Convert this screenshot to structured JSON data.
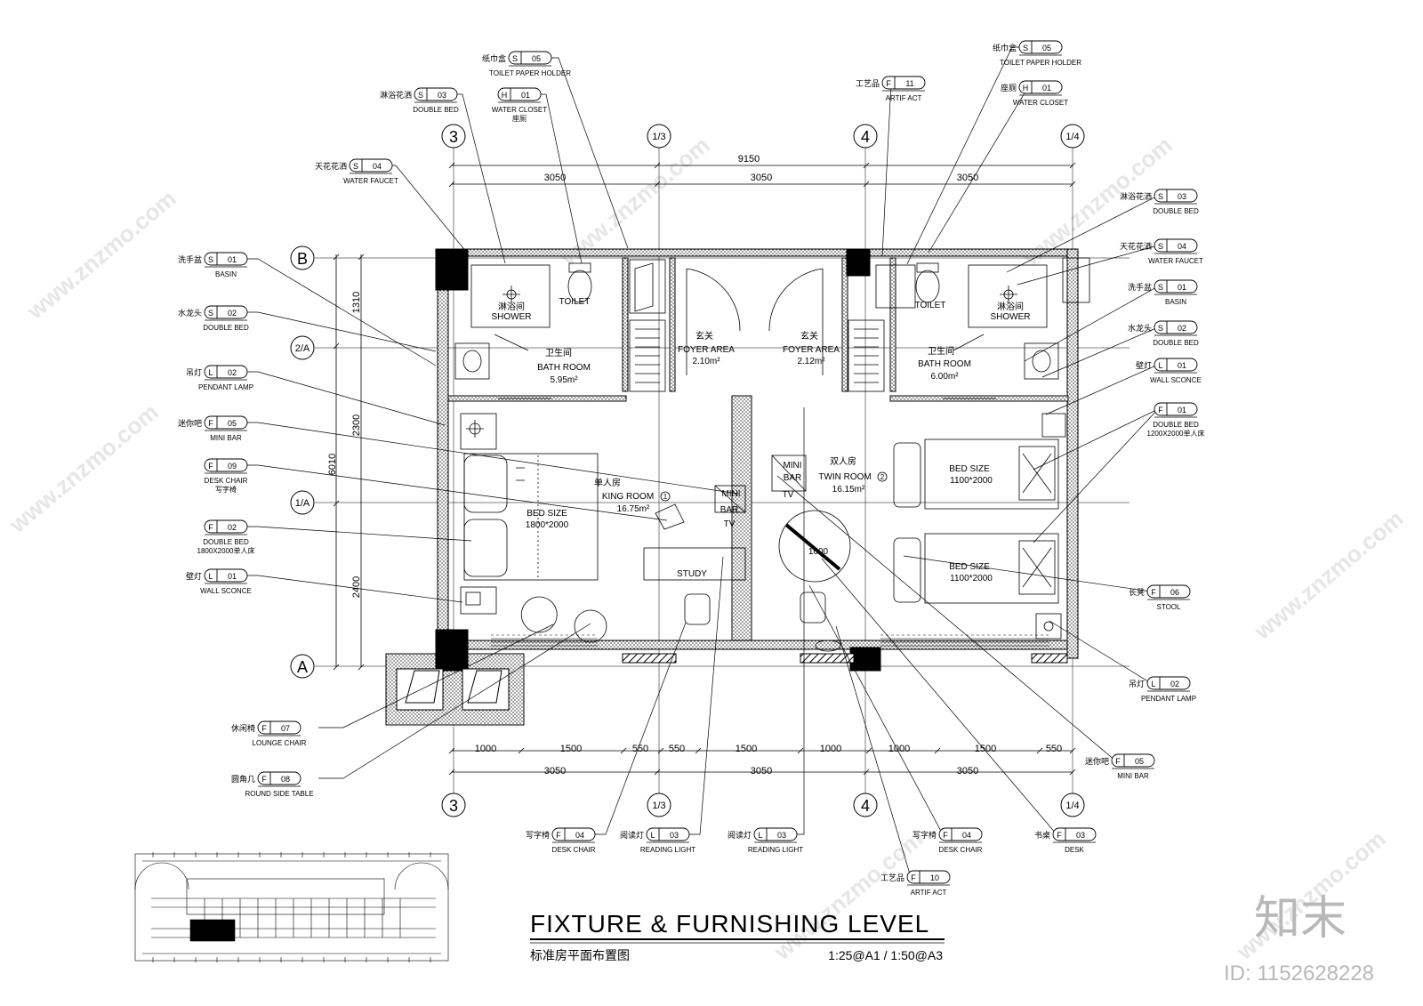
{
  "title": {
    "main": "FIXTURE & FURNISHING LEVEL",
    "sub_cn": "标准房平面布置图",
    "scale": "1:25@A1 / 1:50@A3"
  },
  "watermark": {
    "logo": "知末",
    "id": "ID: 1152628228",
    "url": "www.znzmo.com"
  },
  "grid": {
    "axis_3": "3",
    "axis_1_3": "1/3",
    "axis_4": "4",
    "axis_1_4": "1/4",
    "axis_B": "B",
    "axis_2A": "2/A",
    "axis_1A": "1/A",
    "axis_A": "A"
  },
  "dims": {
    "top_total": "9150",
    "top_bays": [
      "3050",
      "3050",
      "3050"
    ],
    "left_total": "6010",
    "left_parts": [
      "1310",
      "2300",
      "2400"
    ],
    "bottom_parts": [
      "1000",
      "1500",
      "550",
      "550",
      "1500",
      "1000",
      "1000",
      "1500",
      "550"
    ],
    "bottom_bays": [
      "3050",
      "3050",
      "3050"
    ]
  },
  "rooms": {
    "shower_cn": "淋浴间",
    "shower": "SHOWER",
    "toilet": "TOILET",
    "bath_cn": "卫生间",
    "bath": "BATH ROOM",
    "bath_left_area": "5.95m²",
    "bath_right_area": "6.00m²",
    "foyer_cn": "玄关",
    "foyer": "FOYER AREA",
    "foyer_left_area": "2.10m²",
    "foyer_right_area": "2.12m²",
    "king_cn": "单人房",
    "king": "KING ROOM",
    "king_no": "1",
    "king_area": "16.75m²",
    "twin_cn": "双人房",
    "twin": "TWIN ROOM",
    "twin_no": "2",
    "twin_area": "16.15m²",
    "bed_size": "BED SIZE",
    "king_bed": "1800*2000",
    "twin_bed": "1100*2000",
    "study": "STUDY",
    "mini": "MINI",
    "bar": "BAR",
    "tv": "TV",
    "round_table": "1000"
  },
  "tags": [
    {
      "cn": "纸巾盒",
      "code": "S",
      "num": "05",
      "en": "TOILET PAPER HOLDER",
      "note": ""
    },
    {
      "cn": "淋浴花洒",
      "code": "S",
      "num": "03",
      "en": "DOUBLE BED",
      "note": ""
    },
    {
      "cn": "",
      "code": "H",
      "num": "01",
      "en": "WATER CLOSET",
      "note": "座厕"
    },
    {
      "cn": "天花花洒",
      "code": "S",
      "num": "04",
      "en": "WATER FAUCET",
      "note": ""
    },
    {
      "cn": "洗手盆",
      "code": "S",
      "num": "01",
      "en": "BASIN",
      "note": ""
    },
    {
      "cn": "水龙头",
      "code": "S",
      "num": "02",
      "en": "DOUBLE BED",
      "note": ""
    },
    {
      "cn": "吊灯",
      "code": "L",
      "num": "02",
      "en": "PENDANT LAMP",
      "note": ""
    },
    {
      "cn": "迷你吧",
      "code": "F",
      "num": "05",
      "en": "MINI BAR",
      "note": ""
    },
    {
      "cn": "",
      "code": "F",
      "num": "09",
      "en": "DESK CHAIR",
      "note": "写字椅"
    },
    {
      "cn": "",
      "code": "F",
      "num": "02",
      "en": "DOUBLE BED",
      "note": "1800X2000单人床"
    },
    {
      "cn": "壁灯",
      "code": "L",
      "num": "01",
      "en": "WALL SCONCE",
      "note": ""
    },
    {
      "cn": "休闲椅",
      "code": "F",
      "num": "07",
      "en": "LOUNGE CHAIR",
      "note": ""
    },
    {
      "cn": "圆角几",
      "code": "F",
      "num": "08",
      "en": "ROUND SIDE TABLE",
      "note": ""
    },
    {
      "cn": "写字椅",
      "code": "F",
      "num": "04",
      "en": "DESK CHAIR",
      "note": ""
    },
    {
      "cn": "阅读灯",
      "code": "L",
      "num": "03",
      "en": "READING LIGHT",
      "note": ""
    },
    {
      "cn": "阅读灯",
      "code": "L",
      "num": "03",
      "en": "READING LIGHT",
      "note": ""
    },
    {
      "cn": "工艺品",
      "code": "F",
      "num": "11",
      "en": "ARTIF ACT",
      "note": ""
    },
    {
      "cn": "纸巾盒",
      "code": "S",
      "num": "05",
      "en": "TOILET PAPER HOLDER",
      "note": ""
    },
    {
      "cn": "座厕",
      "code": "H",
      "num": "01",
      "en": "WATER CLOSET",
      "note": ""
    },
    {
      "cn": "淋浴花洒",
      "code": "S",
      "num": "03",
      "en": "DOUBLE BED",
      "note": ""
    },
    {
      "cn": "天花花洒",
      "code": "S",
      "num": "04",
      "en": "WATER FAUCET",
      "note": ""
    },
    {
      "cn": "洗手盆",
      "code": "S",
      "num": "01",
      "en": "BASIN",
      "note": ""
    },
    {
      "cn": "水龙头",
      "code": "S",
      "num": "02",
      "en": "DOUBLE BED",
      "note": ""
    },
    {
      "cn": "壁灯",
      "code": "L",
      "num": "01",
      "en": "WALL SCONCE",
      "note": ""
    },
    {
      "cn": "",
      "code": "F",
      "num": "01",
      "en": "DOUBLE BED",
      "note": "1200X2000单人床"
    },
    {
      "cn": "长凳",
      "code": "F",
      "num": "06",
      "en": "STOOL",
      "note": ""
    },
    {
      "cn": "吊灯",
      "code": "L",
      "num": "02",
      "en": "PENDANT LAMP",
      "note": ""
    },
    {
      "cn": "迷你吧",
      "code": "F",
      "num": "05",
      "en": "MINI BAR",
      "note": ""
    },
    {
      "cn": "写字椅",
      "code": "F",
      "num": "04",
      "en": "DESK CHAIR",
      "note": ""
    },
    {
      "cn": "书桌",
      "code": "F",
      "num": "03",
      "en": "DESK",
      "note": ""
    },
    {
      "cn": "工艺品",
      "code": "F",
      "num": "10",
      "en": "ARTIF ACT",
      "note": ""
    }
  ]
}
